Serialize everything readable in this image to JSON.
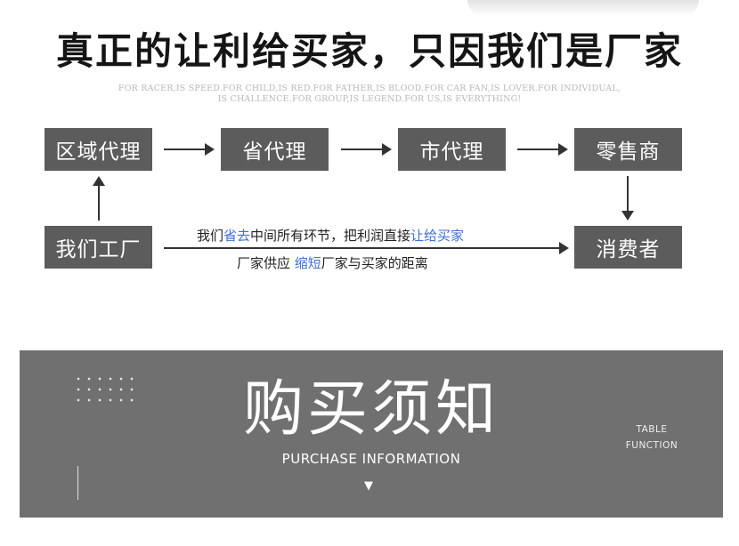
{
  "headline": "真正的让利给买家，只因我们是厂家",
  "subline": [
    "FOR RACER,IS SPEED.FOR CHILD,IS RED.FOR FATHER,IS BLOOD.FOR CAR FAN,IS LOVER.FOR INDIVIDUAL,",
    "IS CHALLENCE.FOR GROUP,IS LEGEND.FOR US,IS EVERYTHING!"
  ],
  "flow": {
    "regional_agent": "区域代理",
    "provincial_agent": "省代理",
    "city_agent": "市代理",
    "retailer": "零售商",
    "our_factory": "我们工厂",
    "consumer": "消费者"
  },
  "note_line1": {
    "part1": "我们",
    "hl1": "省去",
    "part2": "中间所有环节，把利润直接",
    "hl2": "让给买家"
  },
  "note_line2": {
    "part1": "厂家供应 ",
    "hl1": "缩短",
    "part2": "厂家与买家的距离"
  },
  "banner": {
    "title": "购买须知",
    "subtitle": "PURCHASE INFORMATION",
    "triangle": "▼",
    "right_line1": "TABLE",
    "right_line2": "FUNCTION"
  },
  "colors": {
    "box_bg": "#5c5c5c",
    "banner_bg": "#707070",
    "highlight": "#3f6fd6"
  }
}
